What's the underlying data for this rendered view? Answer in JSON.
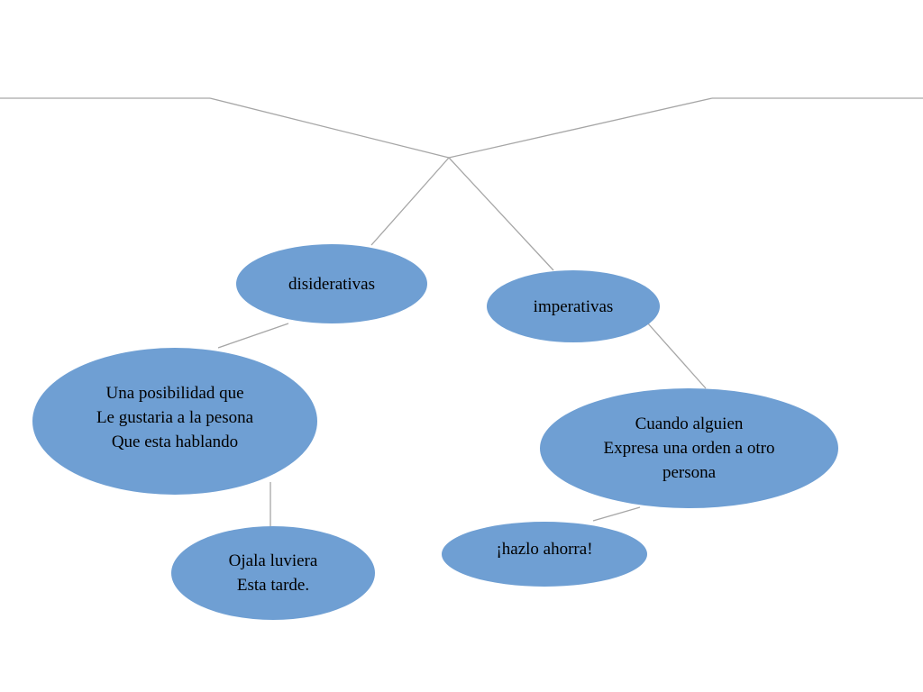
{
  "diagram": {
    "nodes": {
      "disiderativas": "disiderativas",
      "imperativas": "imperativas",
      "posibilidad": "Una posibilidad que\nLe gustaria a la pesona\nQue esta hablando",
      "cuando": "Cuando alguien\nExpresa una orden a otro\npersona",
      "ojala": "Ojala luviera\nEsta tarde.",
      "hazlo": "¡hazlo ahorra!"
    },
    "colors": {
      "node_fill": "#6f9fd3",
      "line": "#a6a6a6"
    }
  }
}
